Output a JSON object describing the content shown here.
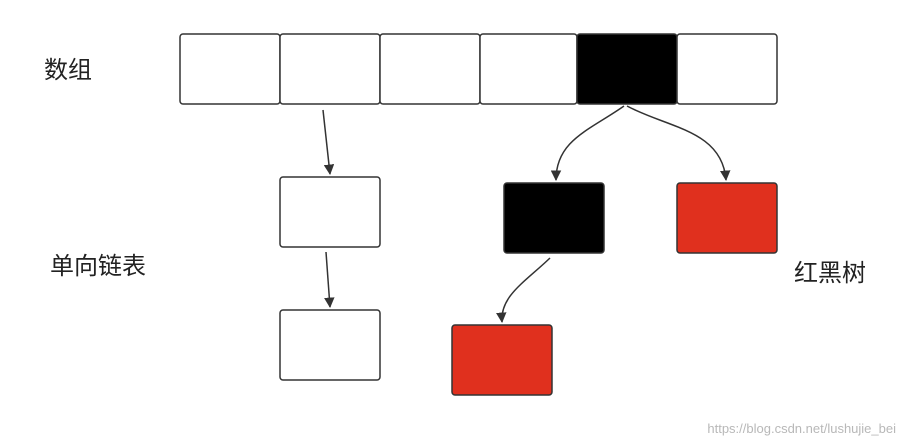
{
  "labels": {
    "array": "数组",
    "linked_list": "单向链表",
    "red_black_tree": "红黑树"
  },
  "watermark": "https://blog.csdn.net/lushujie_bei",
  "colors": {
    "node_black": "#000000",
    "node_red": "#e0301e",
    "node_white": "#ffffff",
    "stroke": "#333333"
  },
  "array_cells": [
    {
      "name": "cell-1",
      "fill": "white"
    },
    {
      "name": "cell-2",
      "fill": "white"
    },
    {
      "name": "cell-3",
      "fill": "white"
    },
    {
      "name": "cell-4",
      "fill": "white"
    },
    {
      "name": "cell-5",
      "fill": "black"
    },
    {
      "name": "cell-6",
      "fill": "white"
    }
  ],
  "linked_list_nodes": [
    {
      "name": "list-node-1",
      "fill": "white"
    },
    {
      "name": "list-node-2",
      "fill": "white"
    }
  ],
  "tree_nodes": [
    {
      "name": "tree-node-left",
      "fill": "black"
    },
    {
      "name": "tree-node-right",
      "fill": "red"
    },
    {
      "name": "tree-node-left-child",
      "fill": "red"
    }
  ]
}
